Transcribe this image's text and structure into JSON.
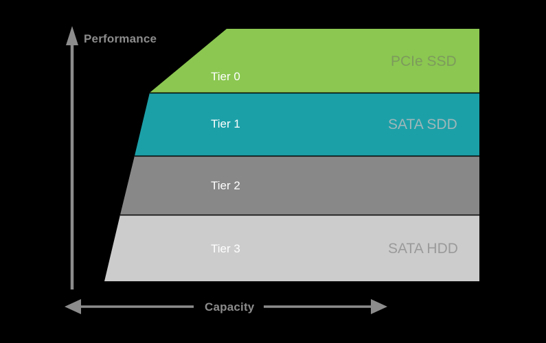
{
  "figure": {
    "title_present": false,
    "background_color": "#000000"
  },
  "axes": {
    "vertical": {
      "label": "Performance",
      "label_color": "#8c8c8c",
      "arrow_color": "#8c8c8c",
      "direction": "up",
      "icon": "arrow-up-icon"
    },
    "horizontal": {
      "label": "Capacity",
      "label_color": "#8c8c8c",
      "arrow_color": "#8c8c8c",
      "direction": "both",
      "left_icon": "arrow-left-icon",
      "right_icon": "arrow-right-icon"
    }
  },
  "chart_data": {
    "type": "bar",
    "title": "",
    "xlabel": "Capacity",
    "ylabel": "Performance",
    "orientation": "stacked-trapezoid-pyramid",
    "categories": [
      "Tier 0",
      "Tier 1",
      "Tier 2",
      "Tier 3"
    ],
    "values": [
      1,
      1,
      1,
      1
    ],
    "series": [
      {
        "name": "Tier 0",
        "tier_label": "Tier 0",
        "media_label": "PCIe SSD",
        "color": "#8bc751",
        "media_label_color": "#7d9a5c",
        "band_top": 42,
        "band_bottom": 135,
        "relative_capacity": 0.62
      },
      {
        "name": "Tier 1",
        "tier_label": "Tier 1",
        "media_label": "SATA SDD",
        "color": "#1ca0a8",
        "media_label_color": "#9fb7b9",
        "band_top": 135,
        "band_bottom": 227,
        "relative_capacity": 0.76
      },
      {
        "name": "Tier 2",
        "tier_label": "Tier 2",
        "media_label": "",
        "color": "#888888",
        "media_label_color": "#b0b0b0",
        "band_top": 227,
        "band_bottom": 313,
        "relative_capacity": 0.88
      },
      {
        "name": "Tier 3",
        "tier_label": "Tier 3",
        "media_label": "SATA HDD",
        "color": "#cccccc",
        "media_label_color": "#9a9a9a",
        "band_top": 313,
        "band_bottom": 410,
        "relative_capacity": 1.0
      }
    ],
    "grid": false,
    "legend": "none",
    "annotations": [
      "Performance increases toward the top",
      "Capacity increases toward the bottom"
    ]
  }
}
